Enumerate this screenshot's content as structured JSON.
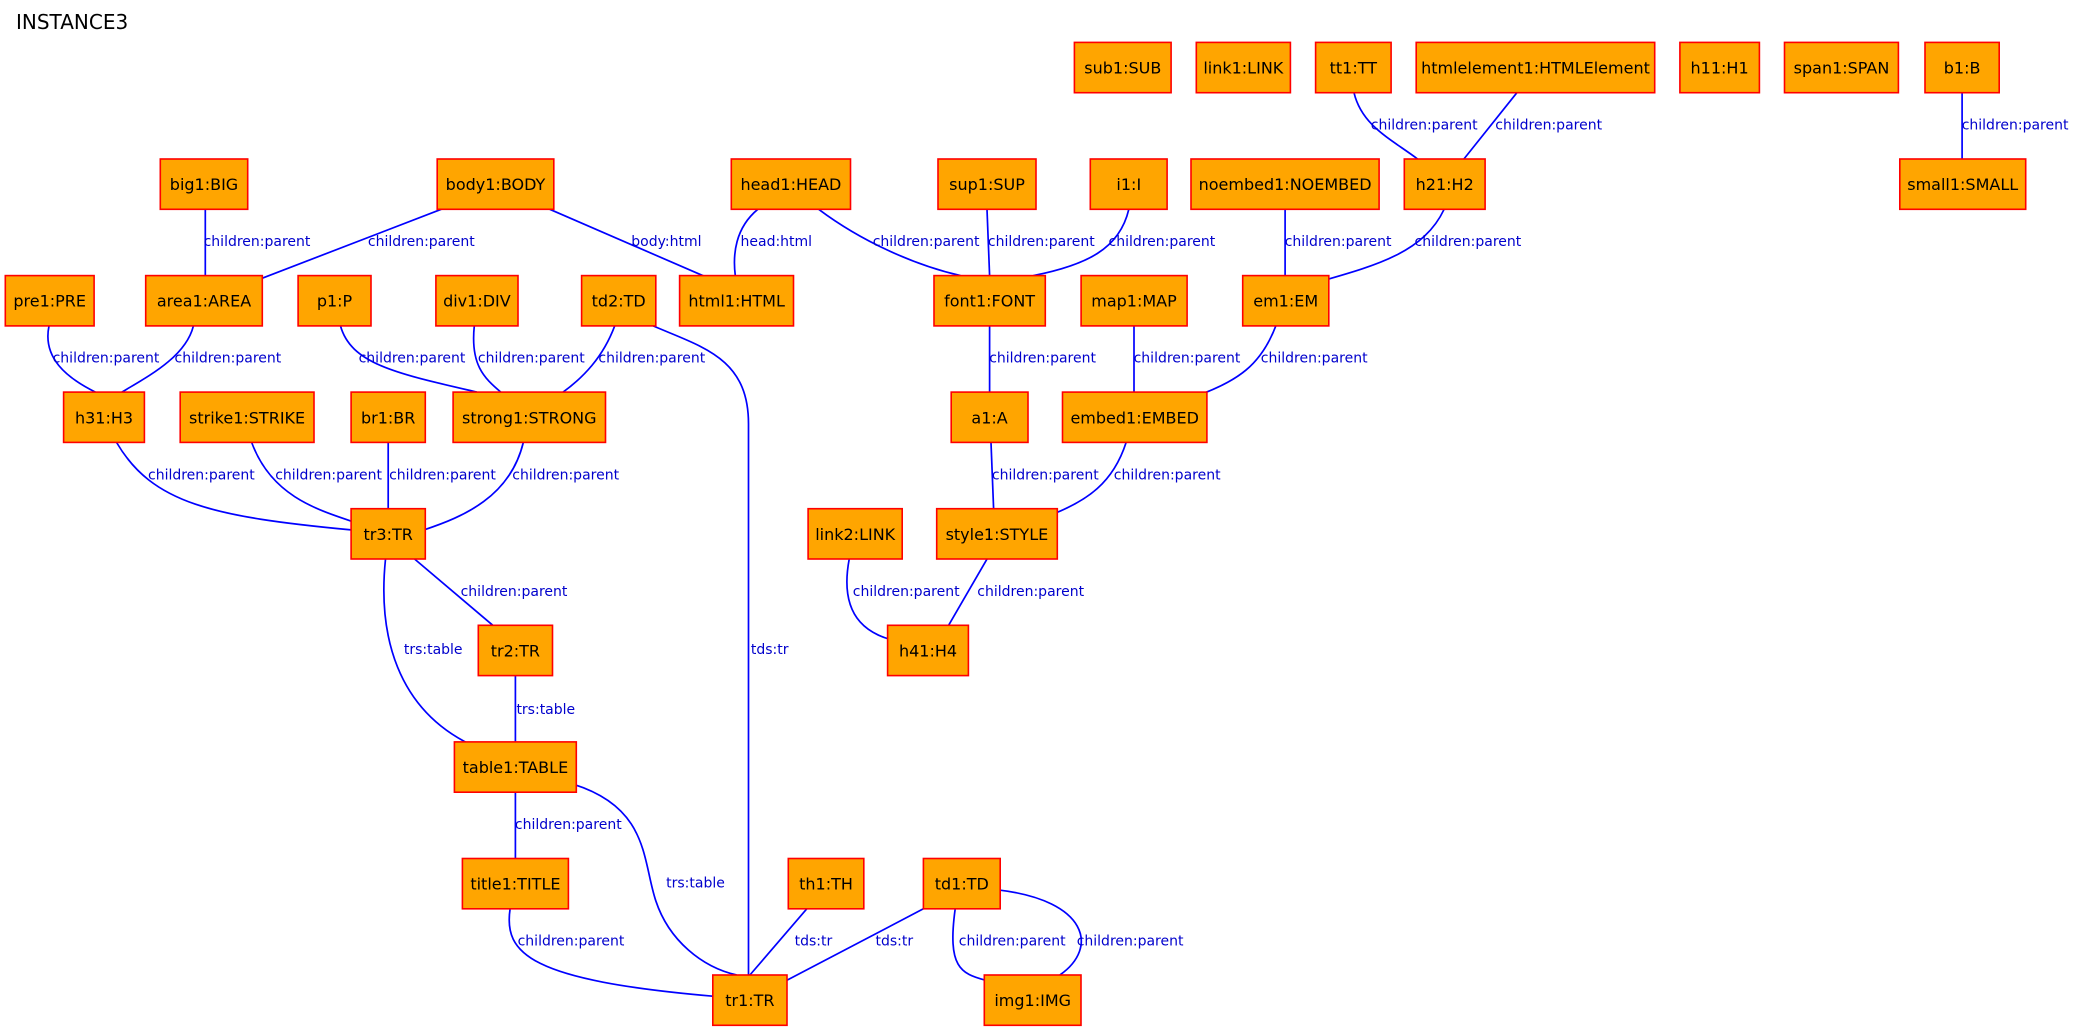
{
  "title": "INSTANCE3",
  "colors": {
    "node_fill": "#FFA500",
    "node_stroke": "#FF0000",
    "edge": "#0000FF",
    "edge_label": "#0000CC"
  },
  "nodes": [
    {
      "id": "sub1",
      "label": "sub1:SUB"
    },
    {
      "id": "link1",
      "label": "link1:LINK"
    },
    {
      "id": "tt1",
      "label": "tt1:TT"
    },
    {
      "id": "htmlelement1",
      "label": "htmlelement1:HTMLElement"
    },
    {
      "id": "h11",
      "label": "h11:H1"
    },
    {
      "id": "span1",
      "label": "span1:SPAN"
    },
    {
      "id": "b1",
      "label": "b1:B"
    },
    {
      "id": "big1",
      "label": "big1:BIG"
    },
    {
      "id": "body1",
      "label": "body1:BODY"
    },
    {
      "id": "head1",
      "label": "head1:HEAD"
    },
    {
      "id": "sup1",
      "label": "sup1:SUP"
    },
    {
      "id": "i1",
      "label": "i1:I"
    },
    {
      "id": "noembed1",
      "label": "noembed1:NOEMBED"
    },
    {
      "id": "h21",
      "label": "h21:H2"
    },
    {
      "id": "small1",
      "label": "small1:SMALL"
    },
    {
      "id": "pre1",
      "label": "pre1:PRE"
    },
    {
      "id": "area1",
      "label": "area1:AREA"
    },
    {
      "id": "p1",
      "label": "p1:P"
    },
    {
      "id": "div1",
      "label": "div1:DIV"
    },
    {
      "id": "td2",
      "label": "td2:TD"
    },
    {
      "id": "html1",
      "label": "html1:HTML"
    },
    {
      "id": "font1",
      "label": "font1:FONT"
    },
    {
      "id": "map1",
      "label": "map1:MAP"
    },
    {
      "id": "em1",
      "label": "em1:EM"
    },
    {
      "id": "h31",
      "label": "h31:H3"
    },
    {
      "id": "strike1",
      "label": "strike1:STRIKE"
    },
    {
      "id": "br1",
      "label": "br1:BR"
    },
    {
      "id": "strong1",
      "label": "strong1:STRONG"
    },
    {
      "id": "a1",
      "label": "a1:A"
    },
    {
      "id": "embed1",
      "label": "embed1:EMBED"
    },
    {
      "id": "tr3",
      "label": "tr3:TR"
    },
    {
      "id": "link2",
      "label": "link2:LINK"
    },
    {
      "id": "style1",
      "label": "style1:STYLE"
    },
    {
      "id": "tr2",
      "label": "tr2:TR"
    },
    {
      "id": "h41",
      "label": "h41:H4"
    },
    {
      "id": "table1",
      "label": "table1:TABLE"
    },
    {
      "id": "title1",
      "label": "title1:TITLE"
    },
    {
      "id": "th1",
      "label": "th1:TH"
    },
    {
      "id": "td1",
      "label": "td1:TD"
    },
    {
      "id": "tr1",
      "label": "tr1:TR"
    },
    {
      "id": "img1",
      "label": "img1:IMG"
    }
  ],
  "edges": [
    {
      "id": "e-tt1-h21",
      "from": "tt1",
      "to": "h21",
      "label": "children:parent"
    },
    {
      "id": "e-htmlelement1-h21",
      "from": "htmlelement1",
      "to": "h21",
      "label": "children:parent"
    },
    {
      "id": "e-b1-small1",
      "from": "b1",
      "to": "small1",
      "label": "children:parent"
    },
    {
      "id": "e-big1-area1",
      "from": "big1",
      "to": "area1",
      "label": "children:parent"
    },
    {
      "id": "e-body1-area1",
      "from": "body1",
      "to": "area1",
      "label": "children:parent"
    },
    {
      "id": "e-body1-html1",
      "from": "body1",
      "to": "html1",
      "label": "body:html"
    },
    {
      "id": "e-head1-html1",
      "from": "head1",
      "to": "html1",
      "label": "head:html"
    },
    {
      "id": "e-head1-font1",
      "from": "head1",
      "to": "font1",
      "label": "children:parent"
    },
    {
      "id": "e-sup1-font1",
      "from": "sup1",
      "to": "font1",
      "label": "children:parent"
    },
    {
      "id": "e-i1-font1",
      "from": "i1",
      "to": "font1",
      "label": "children:parent"
    },
    {
      "id": "e-noembed1-em1",
      "from": "noembed1",
      "to": "em1",
      "label": "children:parent"
    },
    {
      "id": "e-h21-em1",
      "from": "h21",
      "to": "em1",
      "label": "children:parent"
    },
    {
      "id": "e-pre1-h31",
      "from": "pre1",
      "to": "h31",
      "label": "children:parent"
    },
    {
      "id": "e-area1-h31",
      "from": "area1",
      "to": "h31",
      "label": "children:parent"
    },
    {
      "id": "e-p1-strong1",
      "from": "p1",
      "to": "strong1",
      "label": "children:parent"
    },
    {
      "id": "e-div1-strong1",
      "from": "div1",
      "to": "strong1",
      "label": "children:parent"
    },
    {
      "id": "e-td2-strong1",
      "from": "td2",
      "to": "strong1",
      "label": "children:parent"
    },
    {
      "id": "e-td2-tr1",
      "from": "td2",
      "to": "tr1",
      "label": "tds:tr"
    },
    {
      "id": "e-font1-a1",
      "from": "font1",
      "to": "a1",
      "label": "children:parent"
    },
    {
      "id": "e-map1-embed1",
      "from": "map1",
      "to": "embed1",
      "label": "children:parent"
    },
    {
      "id": "e-em1-embed1",
      "from": "em1",
      "to": "embed1",
      "label": "children:parent"
    },
    {
      "id": "e-h31-tr3",
      "from": "h31",
      "to": "tr3",
      "label": "children:parent"
    },
    {
      "id": "e-strike1-tr3",
      "from": "strike1",
      "to": "tr3",
      "label": "children:parent"
    },
    {
      "id": "e-br1-tr3",
      "from": "br1",
      "to": "tr3",
      "label": "children:parent"
    },
    {
      "id": "e-strong1-tr3",
      "from": "strong1",
      "to": "tr3",
      "label": "children:parent"
    },
    {
      "id": "e-a1-style1",
      "from": "a1",
      "to": "style1",
      "label": "children:parent"
    },
    {
      "id": "e-embed1-style1",
      "from": "embed1",
      "to": "style1",
      "label": "children:parent"
    },
    {
      "id": "e-tr3-tr2",
      "from": "tr3",
      "to": "tr2",
      "label": "children:parent"
    },
    {
      "id": "e-tr3-table1",
      "from": "tr3",
      "to": "table1",
      "label": "trs:table"
    },
    {
      "id": "e-link2-h41",
      "from": "link2",
      "to": "h41",
      "label": "children:parent"
    },
    {
      "id": "e-style1-h41",
      "from": "style1",
      "to": "h41",
      "label": "children:parent"
    },
    {
      "id": "e-tr2-table1",
      "from": "tr2",
      "to": "table1",
      "label": "trs:table"
    },
    {
      "id": "e-table1-title1",
      "from": "table1",
      "to": "title1",
      "label": "children:parent"
    },
    {
      "id": "e-table1-tr1",
      "from": "table1",
      "to": "tr1",
      "label": "trs:table"
    },
    {
      "id": "e-title1-tr1",
      "from": "title1",
      "to": "tr1",
      "label": "children:parent"
    },
    {
      "id": "e-th1-tr1",
      "from": "th1",
      "to": "tr1",
      "label": "tds:tr"
    },
    {
      "id": "e-td1-tr1",
      "from": "td1",
      "to": "tr1",
      "label": "tds:tr"
    },
    {
      "id": "e-td1-img1-a",
      "from": "td1",
      "to": "img1",
      "label": "children:parent"
    },
    {
      "id": "e-td1-img1-b",
      "from": "td1",
      "to": "img1",
      "label": "children:parent"
    }
  ]
}
